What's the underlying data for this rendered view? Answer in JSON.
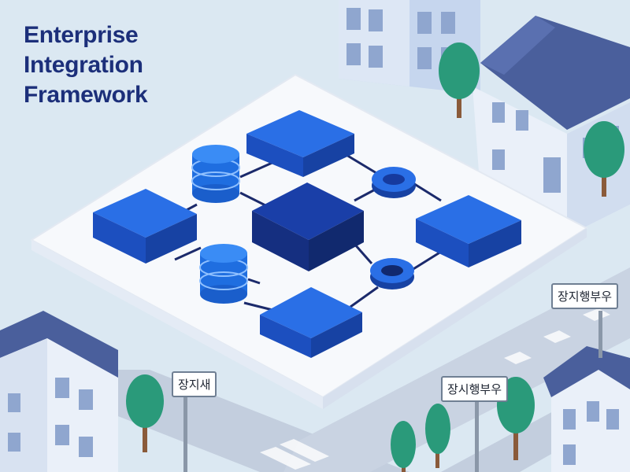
{
  "title": {
    "line1": "Enterprise",
    "line2": "Integration",
    "line3": "Framework"
  },
  "signs": [
    {
      "text": "장지새"
    },
    {
      "text": "장시행부우"
    },
    {
      "text": "장지행부우"
    }
  ],
  "colors": {
    "background": "#dbe8f2",
    "platform": "#f7f9fc",
    "block_light": "#1f5fd6",
    "block_dark": "#163a9e",
    "title": "#1c2f7a",
    "tree": "#2a9a7a",
    "road": "#c3cede"
  },
  "icons": [
    "server-block",
    "database-cylinder",
    "ring-connector",
    "building",
    "tree",
    "street-sign"
  ]
}
